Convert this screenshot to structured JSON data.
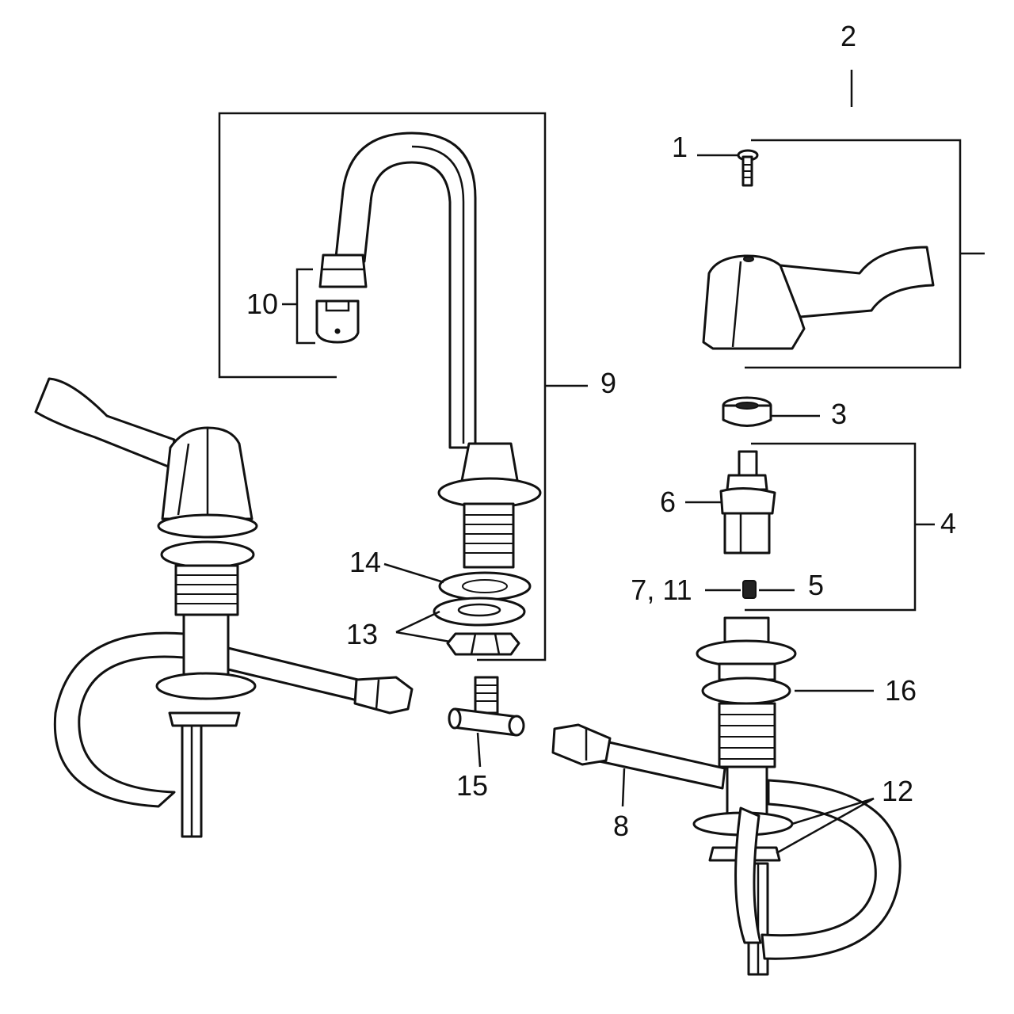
{
  "callouts": {
    "c1": "1",
    "c2": "2",
    "c3": "3",
    "c4": "4",
    "c5": "5",
    "c6": "6",
    "c7_11": "7, 11",
    "c8": "8",
    "c9": "9",
    "c10": "10",
    "c12": "12",
    "c13": "13",
    "c14": "14",
    "c15": "15",
    "c16": "16"
  },
  "colors": {
    "ink": "#111111",
    "paper": "#ffffff"
  }
}
